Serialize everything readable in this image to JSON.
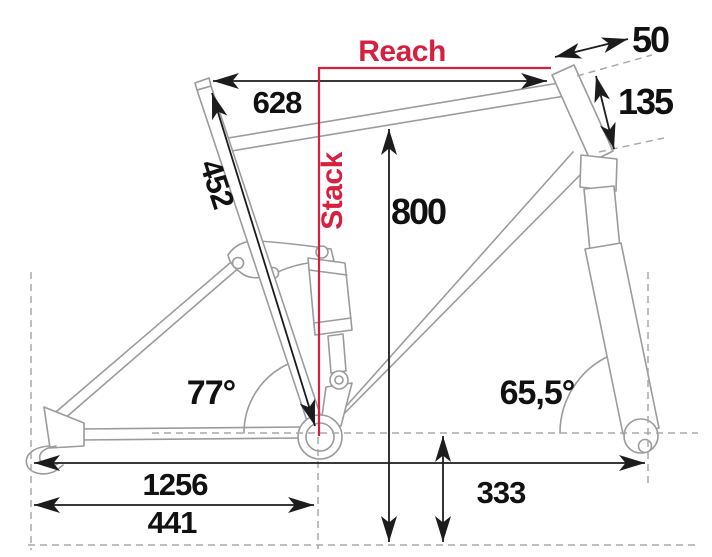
{
  "diagram": {
    "type": "bike-frame-geometry",
    "labels": {
      "reach": "Reach",
      "stack": "Stack"
    },
    "dimensions": {
      "effective_top_tube": "628",
      "seat_tube": "452",
      "standover_height": "800",
      "head_tube_offset": "50",
      "head_tube_length": "135",
      "seat_tube_angle": "77°",
      "head_tube_angle": "65,5°",
      "wheelbase": "1256",
      "chainstay": "441",
      "bb_height": "333"
    },
    "colors": {
      "accent_red": "#d6203f",
      "frame_gray": "#9b9b9b",
      "dimension_black": "#1c1c1c",
      "guide_gray": "#a8a8a8",
      "background": "#ffffff"
    }
  }
}
